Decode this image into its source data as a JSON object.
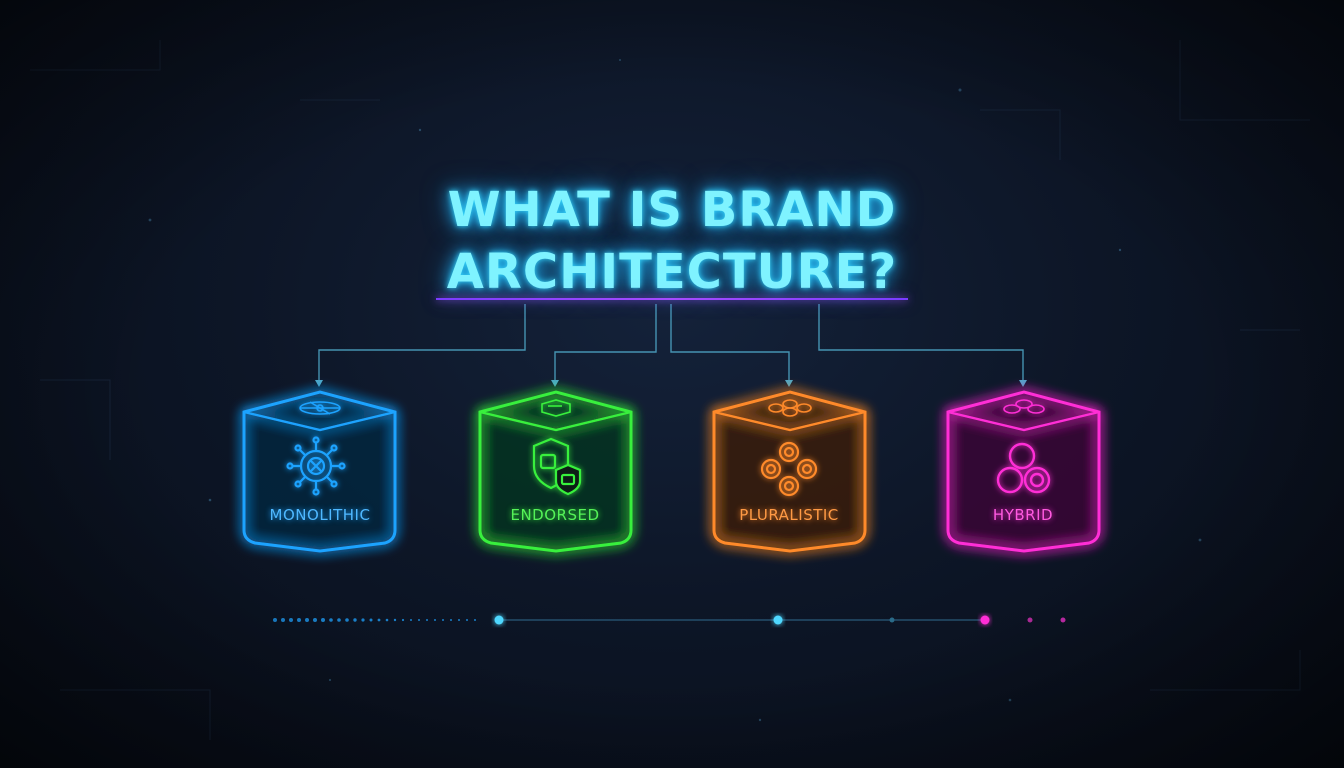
{
  "title": {
    "line1": "WHAT IS BRAND",
    "line2": "ARCHITECTURE?"
  },
  "types": [
    {
      "label": "MONOLITHIC",
      "color": "#1fa3ff",
      "icon": "gear-network-icon"
    },
    {
      "label": "ENDORSED",
      "color": "#39f03c",
      "icon": "shield-badge-icon"
    },
    {
      "label": "PLURALISTIC",
      "color": "#ff8a2a",
      "icon": "four-circles-icon"
    },
    {
      "label": "HYBRID",
      "color": "#ff2fd6",
      "icon": "overlapping-circles-icon"
    }
  ],
  "colors": {
    "title": "#7ff3ff",
    "underline": "#9b4dff",
    "connector": "#4fa8c8"
  }
}
